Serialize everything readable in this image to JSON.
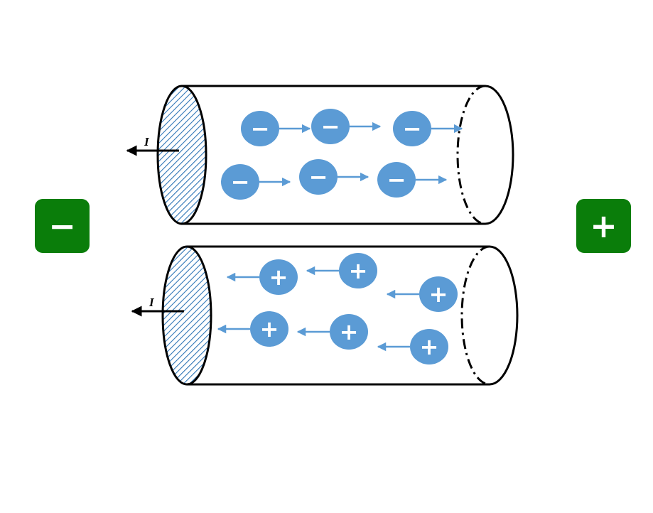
{
  "colors": {
    "charge": "#5b9bd5",
    "terminal": "#0a7d0a",
    "outline": "#000000",
    "hatch": "#2e75b6"
  },
  "terminals": {
    "negative": {
      "symbol": "−",
      "icon": "minus-icon"
    },
    "positive": {
      "symbol": "+",
      "icon": "plus-icon"
    }
  },
  "conductors": [
    {
      "id": "negative-carriers",
      "current_label": "I",
      "current_direction": "left",
      "carrier_sign": "−",
      "carrier_direction": "right",
      "carrier_count": 6
    },
    {
      "id": "positive-carriers",
      "current_label": "I",
      "current_direction": "left",
      "carrier_sign": "+",
      "carrier_direction": "left",
      "carrier_count": 6
    }
  ]
}
